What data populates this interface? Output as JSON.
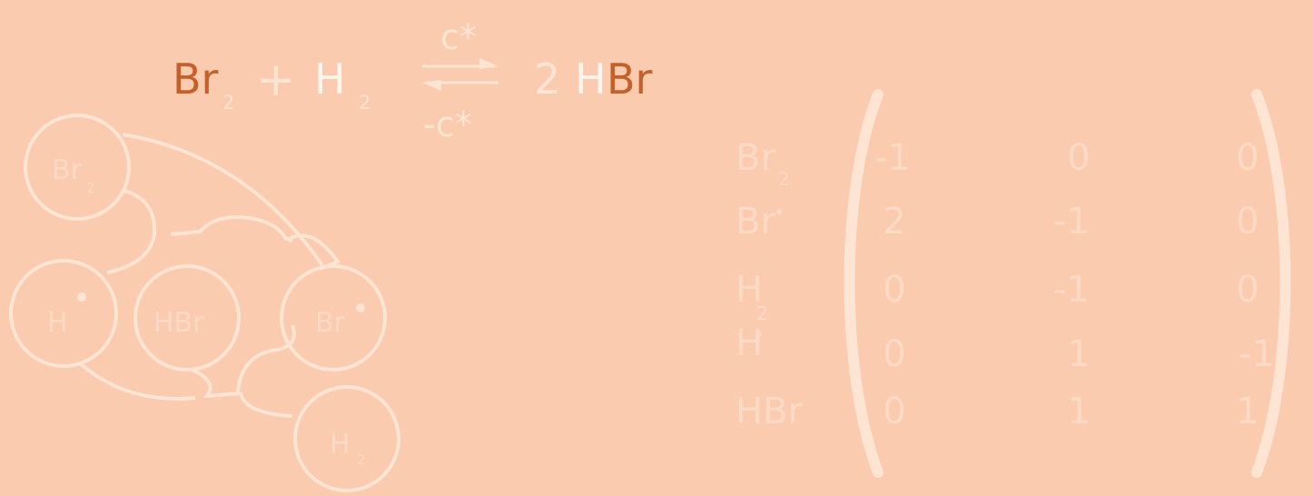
{
  "colors": {
    "background": "#fbcbaf",
    "faint": "#fde4d3",
    "faint_text": "#fcdac5",
    "accent": "#c4612b",
    "highlight": "#fff5ee"
  },
  "equation": {
    "reactant1": {
      "symbol": "Br",
      "subscript": "2"
    },
    "plus": "+",
    "reactant2": {
      "symbol": "H",
      "subscript": "2"
    },
    "forward_rate": "c*",
    "reverse_rate": "-c*",
    "coefficient": "2",
    "product_h": "H",
    "product_br": "Br"
  },
  "network": {
    "nodes": [
      {
        "symbol": "Br",
        "subscript": "2",
        "radical": false
      },
      {
        "symbol": "H",
        "subscript": "",
        "radical": true
      },
      {
        "symbol": "HBr",
        "subscript": "",
        "radical": false
      },
      {
        "symbol": "Br",
        "subscript": "",
        "radical": true
      },
      {
        "symbol": "H",
        "subscript": "2",
        "radical": false
      }
    ]
  },
  "matrix": {
    "rows": [
      {
        "label": "Br",
        "subscript": "2",
        "dot": false,
        "values": [
          "-1",
          "0",
          "0"
        ]
      },
      {
        "label": "Br",
        "subscript": "",
        "dot": true,
        "values": [
          "2",
          "-1",
          "0"
        ]
      },
      {
        "label": "H",
        "subscript": "2",
        "dot": false,
        "values": [
          "0",
          "-1",
          "0"
        ]
      },
      {
        "label": "H",
        "subscript": "",
        "dot": true,
        "values": [
          "0",
          "1",
          "-1"
        ]
      },
      {
        "label": "HBr",
        "subscript": "",
        "dot": false,
        "values": [
          "0",
          "1",
          "1"
        ]
      }
    ]
  }
}
